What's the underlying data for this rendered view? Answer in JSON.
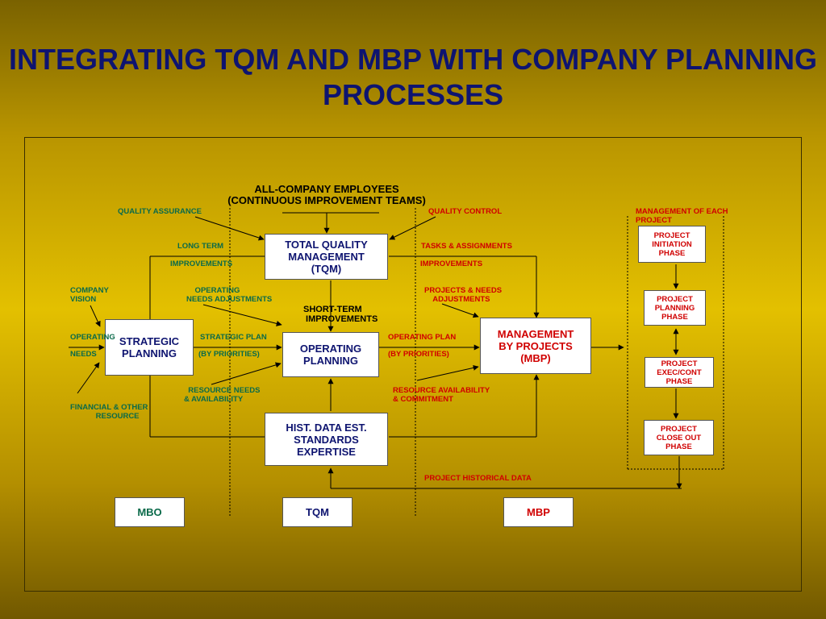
{
  "title": "INTEGRATING TQM AND MBP WITH COMPANY PLANNING PROCESSES",
  "header": "ALL-COMPANY EMPLOYEES\n(CONTINUOUS IMPROVEMENT TEAMS)",
  "boxes": {
    "tqm": "TOTAL QUALITY\nMANAGEMENT\n(TQM)",
    "strategic": "STRATEGIC\nPLANNING",
    "operating": "OPERATING\nPLANNING",
    "mbp": "MANAGEMENT\nBY PROJECTS\n(MBP)",
    "hist": "HIST. DATA EST.\nSTANDARDS\nEXPERTISE"
  },
  "phases": [
    "PROJECT\nINITIATION\nPHASE",
    "PROJECT\nPLANNING\nPHASE",
    "PROJECT\nEXEC/CONT\nPHASE",
    "PROJECT\nCLOSE OUT\nPHASE"
  ],
  "bottom": {
    "mbo": "MBO",
    "tqm": "TQM",
    "mbp": "MBP"
  },
  "labels": {
    "quality_assurance": "QUALITY ASSURANCE",
    "quality_control": "QUALITY CONTROL",
    "mgmt_each_project": "MANAGEMENT OF EACH\nPROJECT",
    "long_term": "LONG TERM",
    "improvements_left": "IMPROVEMENTS",
    "tasks_assignments": "TASKS & ASSIGNMENTS",
    "improvements_right": "IMPROVEMENTS",
    "company_vision": "COMPANY\nVISION",
    "operating_needs_adj": "    OPERATING\nNEEDS ADJUSTMENTS",
    "projects_needs": "PROJECTS & NEEDS\n    ADJUSTMENTS",
    "short_term": "SHORT-TERM\n IMPROVEMENTS",
    "operating_left": "OPERATING",
    "needs": "NEEDS",
    "strategic_plan": "STRATEGIC PLAN",
    "by_priorities_left": "(BY PRIORITIES)",
    "operating_plan": "OPERATING PLAN",
    "by_priorities_right": "(BY PRIORITIES)",
    "resource_needs": "  RESOURCE NEEDS\n& AVAILABILITY",
    "resource_avail": "RESOURCE AVAILABILITY\n& COMMITMENT",
    "financial": "FINANCIAL & OTHER\n            RESOURCE",
    "historical": "PROJECT HISTORICAL DATA"
  },
  "colors": {
    "background": "#d9b400",
    "title": "#0e1470",
    "green": "#0a6a4a",
    "red": "#d00000"
  }
}
